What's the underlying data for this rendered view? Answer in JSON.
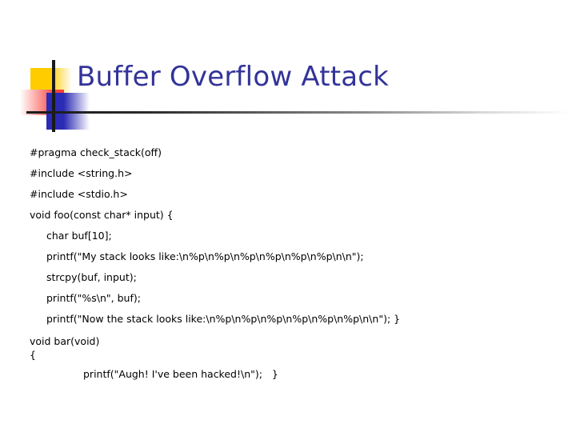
{
  "slide": {
    "title": "Buffer Overflow Attack",
    "title_color": "#333399",
    "background_color": "#FFFFFF",
    "decoration": {
      "yellow_color": "#FFCC00",
      "red_color": "#F8403A",
      "blue_color": "#2B2BB5",
      "bar_color": "#1A1A1A"
    },
    "code_lines": [
      {
        "text": "#pragma check_stack(off)",
        "indent": 0
      },
      {
        "text": "#include <string.h>",
        "indent": 0
      },
      {
        "text": "#include <stdio.h>",
        "indent": 0
      },
      {
        "text": "void foo(const char* input) {",
        "indent": 0
      },
      {
        "text": "char buf[10];",
        "indent": 1
      },
      {
        "text": "printf(\"My stack looks like:\\n%p\\n%p\\n%p\\n%p\\n%p\\n%p\\n\\n\");",
        "indent": 1
      },
      {
        "text": "strcpy(buf, input);",
        "indent": 1
      },
      {
        "text": "printf(\"%s\\n\", buf);",
        "indent": 1
      },
      {
        "text": "printf(\"Now the stack looks like:\\n%p\\n%p\\n%p\\n%p\\n%p\\n%p\\n\\n\"); }",
        "indent": 1
      },
      {
        "text": "void bar(void)",
        "indent": 0
      },
      {
        "text": "{",
        "indent": 0
      },
      {
        "text": "printf(\"Augh! I've been hacked!\\n\");   }",
        "indent": 2
      }
    ]
  }
}
